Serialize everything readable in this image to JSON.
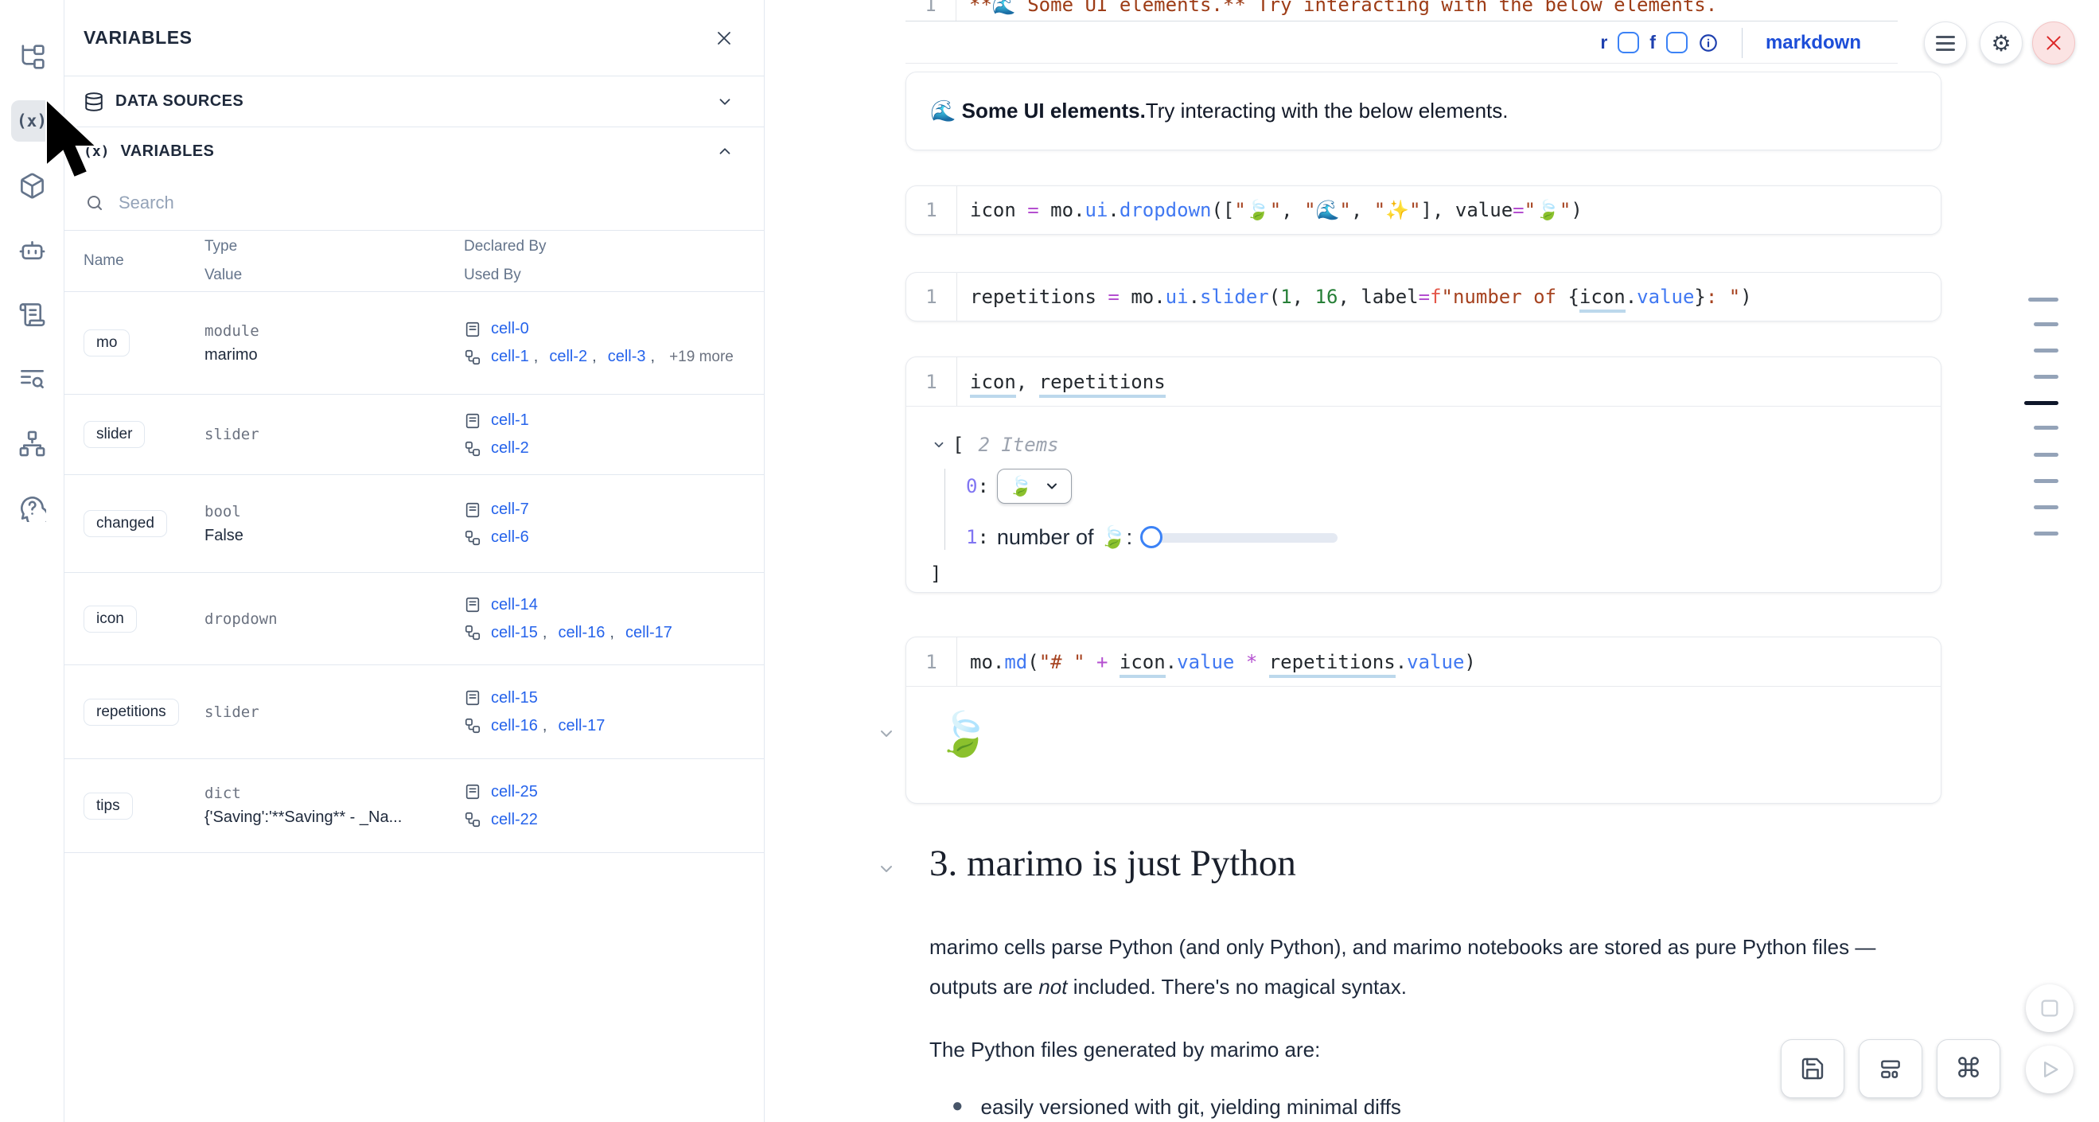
{
  "colors": {
    "accent_link": "#2563eb",
    "function_blue": "#4078f2",
    "operator_magenta": "#b44fd0",
    "string_red": "#a6421f",
    "number_green": "#267f37",
    "close_red": "#dc2626",
    "active_dash": "#0f172a"
  },
  "left_rail": {
    "items": [
      {
        "id": "file-tree-icon"
      },
      {
        "id": "variables-icon",
        "active": true
      },
      {
        "id": "packages-icon"
      },
      {
        "id": "ai-bot-icon"
      },
      {
        "id": "scratchpad-scroll-icon"
      },
      {
        "id": "snippets-search-icon"
      },
      {
        "id": "dependency-graph-icon"
      },
      {
        "id": "help-icon"
      }
    ],
    "variables_glyph": "(x)"
  },
  "variables_panel": {
    "title": "VARIABLES",
    "data_sources_label": "DATA SOURCES",
    "variables_label": "VARIABLES",
    "search_placeholder": "Search",
    "headers": {
      "name": "Name",
      "type": "Type",
      "value": "Value",
      "declared": "Declared By",
      "used": "Used By"
    },
    "rows": [
      {
        "name": "mo",
        "type": "module",
        "value": "marimo",
        "declared": [
          "cell-0"
        ],
        "used": [
          "cell-1",
          "cell-2",
          "cell-3"
        ],
        "more": "+19 more"
      },
      {
        "name": "slider",
        "type": "slider",
        "value": "",
        "declared": [
          "cell-1"
        ],
        "used": [
          "cell-2"
        ]
      },
      {
        "name": "changed",
        "type": "bool",
        "value": "False",
        "declared": [
          "cell-7"
        ],
        "used": [
          "cell-6"
        ]
      },
      {
        "name": "icon",
        "type": "dropdown",
        "value": "",
        "declared": [
          "cell-14"
        ],
        "used": [
          "cell-15",
          "cell-16",
          "cell-17"
        ]
      },
      {
        "name": "repetitions",
        "type": "slider",
        "value": "",
        "declared": [
          "cell-15"
        ],
        "used": [
          "cell-16",
          "cell-17"
        ]
      },
      {
        "name": "tips",
        "type": "dict",
        "value": "{'Saving':'**Saving** - _Na...",
        "declared": [
          "cell-25"
        ],
        "used": [
          "cell-22"
        ]
      }
    ]
  },
  "md_cell": {
    "line_number": "1",
    "source": "**🌊 Some UI elements.** Try interacting with the below elements.",
    "toolbar": {
      "r": "r",
      "f": "f",
      "mode": "markdown"
    },
    "output_bold": "🌊 Some UI elements.",
    "output_rest": " Try interacting with the below elements."
  },
  "cells": [
    {
      "line_number": "1",
      "tokens": [
        {
          "t": "icon",
          "c": "d"
        },
        {
          "t": " ",
          "c": "d"
        },
        {
          "t": "=",
          "c": "o"
        },
        {
          "t": " ",
          "c": "d"
        },
        {
          "t": "mo",
          "c": "d"
        },
        {
          "t": ".",
          "c": "d"
        },
        {
          "t": "ui",
          "c": "b"
        },
        {
          "t": ".",
          "c": "d"
        },
        {
          "t": "dropdown",
          "c": "b"
        },
        {
          "t": "([",
          "c": "d"
        },
        {
          "t": "\"🍃\"",
          "c": "s"
        },
        {
          "t": ", ",
          "c": "d"
        },
        {
          "t": "\"🌊\"",
          "c": "s"
        },
        {
          "t": ", ",
          "c": "d"
        },
        {
          "t": "\"✨\"",
          "c": "s"
        },
        {
          "t": "], ",
          "c": "d"
        },
        {
          "t": "value",
          "c": "d"
        },
        {
          "t": "=",
          "c": "o"
        },
        {
          "t": "\"🍃\"",
          "c": "s"
        },
        {
          "t": ")",
          "c": "d"
        }
      ]
    },
    {
      "line_number": "1",
      "tokens": [
        {
          "t": "repetitions",
          "c": "d"
        },
        {
          "t": " ",
          "c": "d"
        },
        {
          "t": "=",
          "c": "o"
        },
        {
          "t": " ",
          "c": "d"
        },
        {
          "t": "mo",
          "c": "d"
        },
        {
          "t": ".",
          "c": "d"
        },
        {
          "t": "ui",
          "c": "b"
        },
        {
          "t": ".",
          "c": "d"
        },
        {
          "t": "slider",
          "c": "b"
        },
        {
          "t": "(",
          "c": "d"
        },
        {
          "t": "1",
          "c": "n"
        },
        {
          "t": ", ",
          "c": "d"
        },
        {
          "t": "16",
          "c": "n"
        },
        {
          "t": ", ",
          "c": "d"
        },
        {
          "t": "label",
          "c": "d"
        },
        {
          "t": "=",
          "c": "o"
        },
        {
          "t": "f",
          "c": "r"
        },
        {
          "t": "\"number of ",
          "c": "s"
        },
        {
          "t": "{",
          "c": "d"
        },
        {
          "t": "icon",
          "c": "u"
        },
        {
          "t": ".",
          "c": "d"
        },
        {
          "t": "value",
          "c": "b"
        },
        {
          "t": "}",
          "c": "d"
        },
        {
          "t": ": \"",
          "c": "s"
        },
        {
          "t": ")",
          "c": "d"
        }
      ]
    },
    {
      "line_number": "1",
      "tokens": [
        {
          "t": "icon",
          "c": "u"
        },
        {
          "t": ", ",
          "c": "d"
        },
        {
          "t": "repetitions",
          "c": "u"
        }
      ]
    },
    {
      "line_number": "1",
      "tokens": [
        {
          "t": "mo",
          "c": "d"
        },
        {
          "t": ".",
          "c": "d"
        },
        {
          "t": "md",
          "c": "b"
        },
        {
          "t": "(",
          "c": "d"
        },
        {
          "t": "\"# \"",
          "c": "s"
        },
        {
          "t": " ",
          "c": "d"
        },
        {
          "t": "+",
          "c": "o"
        },
        {
          "t": " ",
          "c": "d"
        },
        {
          "t": "icon",
          "c": "u"
        },
        {
          "t": ".",
          "c": "d"
        },
        {
          "t": "value",
          "c": "b"
        },
        {
          "t": " ",
          "c": "d"
        },
        {
          "t": "*",
          "c": "o"
        },
        {
          "t": " ",
          "c": "d"
        },
        {
          "t": "repetitions",
          "c": "u"
        },
        {
          "t": ".",
          "c": "d"
        },
        {
          "t": "value",
          "c": "b"
        },
        {
          "t": ")",
          "c": "d"
        }
      ]
    }
  ],
  "tree_output": {
    "bracket_open": "[",
    "items_label": "2 Items",
    "index0": "0",
    "index1": "1",
    "colon": ":",
    "dropdown_value": "🍃",
    "slider_label": "number of 🍃: ",
    "bracket_close": "]"
  },
  "md_output_leaf": "🍃",
  "section": {
    "heading": "3. marimo is just Python",
    "p1a": "marimo cells parse Python (and only Python), and marimo notebooks are stored as pure Python files — outputs are ",
    "p1em": "not",
    "p1b": " included. There's no magical syntax.",
    "p2": "The Python files generated by marimo are:",
    "bullet1": "easily versioned with git, yielding minimal diffs"
  }
}
